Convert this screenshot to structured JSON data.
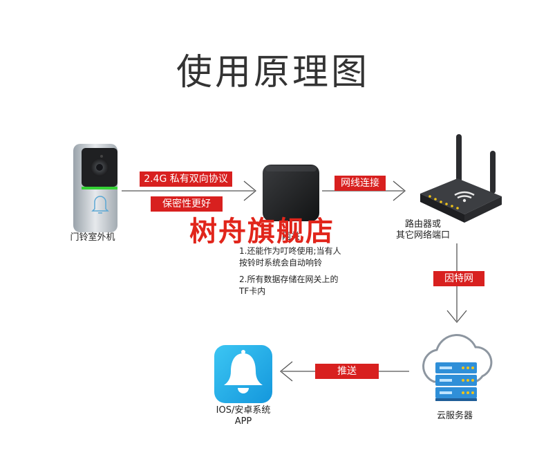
{
  "title": "使用原理图",
  "watermark": "树舟旗舰店",
  "doorbell": {
    "label": "门铃室外机"
  },
  "gateway": {
    "label": "网关",
    "notes": [
      "1.还能作为叮咚使用;当有人",
      "按铃时系统会自动响铃",
      "2.所有数据存储在网关上的",
      "TF卡内"
    ]
  },
  "router": {
    "label_line1": "路由器或",
    "label_line2": "其它网络端口"
  },
  "cloud": {
    "label": "云服务器"
  },
  "app": {
    "label_line1": "IOS/安卓系统",
    "label_line2": "APP"
  },
  "tags": {
    "protocol": "2.4G 私有双向协议",
    "security": "保密性更好",
    "cable": "网线连接",
    "internet": "因特网",
    "push": "推送"
  },
  "colors": {
    "accent_red": "#d8201f",
    "app_blue": "#2ab3ee",
    "server_blue": "#2f8fd8"
  }
}
